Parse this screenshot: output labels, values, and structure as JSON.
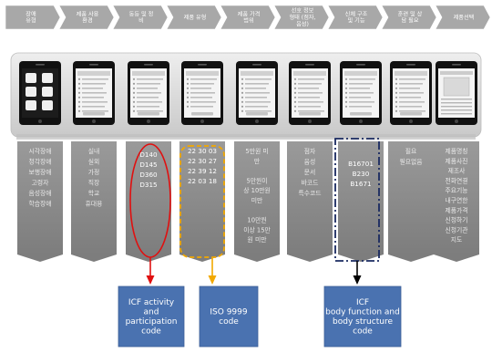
{
  "steps": [
    {
      "lines": [
        "장애",
        "유형"
      ]
    },
    {
      "lines": [
        "제품 사용",
        "환경"
      ]
    },
    {
      "lines": [
        "동등 및 정",
        "비"
      ]
    },
    {
      "lines": [
        "제품 유형"
      ]
    },
    {
      "lines": [
        "제품 가격",
        "범위"
      ]
    },
    {
      "lines": [
        "선호 정보",
        "형태 (점자,",
        "음성)"
      ]
    },
    {
      "lines": [
        "신체 구조",
        "및 기능"
      ]
    },
    {
      "lines": [
        "훈련 및 상",
        "담 필요"
      ]
    },
    {
      "lines": [
        "제품선택"
      ]
    }
  ],
  "columns": [
    {
      "lines": [
        "시각장애",
        "청각장애",
        "보행장애",
        "고령자",
        "음성장애",
        "학습장애"
      ]
    },
    {
      "lines": [
        "실내",
        "실외",
        "가정",
        "직장",
        "학교",
        "휴대용"
      ]
    },
    {
      "lines": [
        "D140",
        "D145",
        "D360",
        "D315"
      ]
    },
    {
      "lines": [
        "22 30 03",
        "22 30 27",
        "22 39 12",
        "22 03 18"
      ]
    },
    {
      "lines": [
        "5만원 미",
        "만",
        "",
        "5만원이",
        "상 10만원",
        "미만",
        "",
        "10만원",
        "이상 15만",
        "원 미만"
      ]
    },
    {
      "lines": [
        "점자",
        "음성",
        "문서",
        "바코드",
        "특수코드"
      ]
    },
    {
      "lines": [
        "B16701",
        "B230",
        "B1671"
      ]
    },
    {
      "lines": [
        "필요",
        "필요없음"
      ]
    },
    {
      "lines": [
        "제품명칭",
        "제품사진",
        "제조사",
        "전화연결",
        "주요기능",
        "내구연한",
        "제품가격",
        "신청하기",
        "신청기관",
        "지도"
      ]
    }
  ],
  "callouts": [
    {
      "lines": [
        "ICF activity",
        "and",
        "participation",
        "code"
      ]
    },
    {
      "lines": [
        "ISO 9999",
        "code"
      ]
    },
    {
      "lines": [
        "ICF",
        "body function and",
        "body structure",
        "code"
      ]
    }
  ],
  "colors": {
    "chevron": "#a8a8a8",
    "column": "#8c8c8c",
    "banner": "#d6d6d6",
    "phone": "#111111",
    "callout": "#4a72b0",
    "red_outline": "#e01010",
    "orange_outline": "#f2a800",
    "navy_outline": "#1a2a60",
    "arrow_black": "#000000"
  }
}
